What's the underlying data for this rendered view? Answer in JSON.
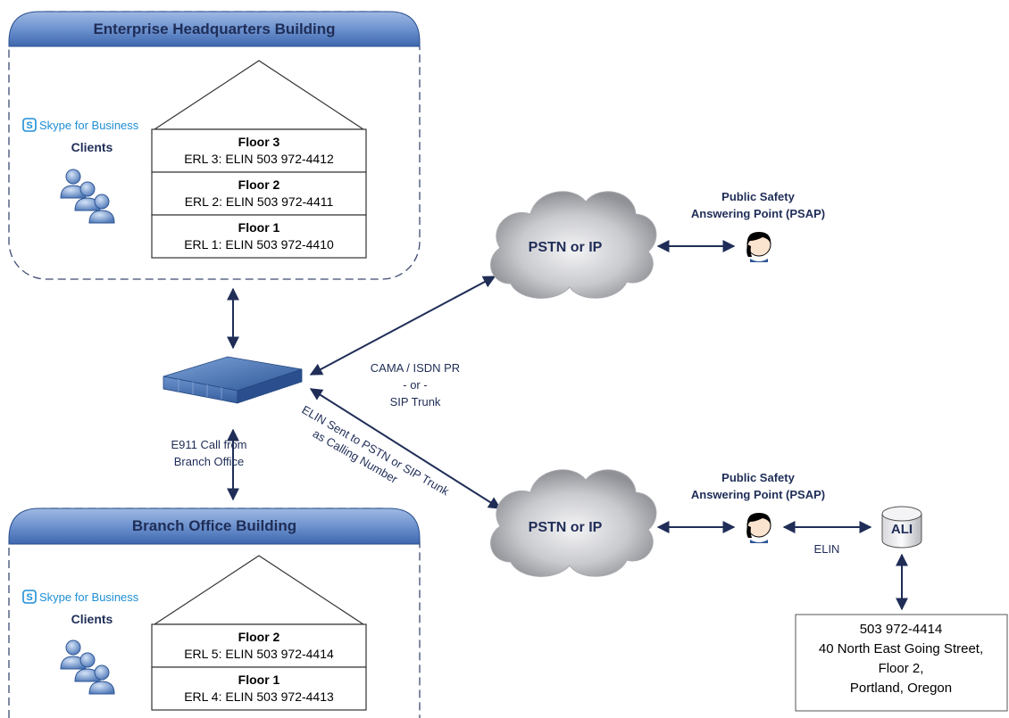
{
  "hq": {
    "title": "Enterprise Headquarters Building",
    "skype": "Skype for Business",
    "clients": "Clients",
    "floors": [
      {
        "name": "Floor 3",
        "erl": "ERL 3: ELIN 503 972-4412"
      },
      {
        "name": "Floor 2",
        "erl": "ERL 2: ELIN 503 972-4411"
      },
      {
        "name": "Floor 1",
        "erl": "ERL 1: ELIN 503 972-4410"
      }
    ]
  },
  "branch": {
    "title": "Branch Office Building",
    "skype": "Skype for Business",
    "clients": "Clients",
    "floors": [
      {
        "name": "Floor 2",
        "erl": "ERL 5: ELIN 503 972-4414"
      },
      {
        "name": "Floor 1",
        "erl": "ERL 4: ELIN 503 972-4413"
      }
    ]
  },
  "gateway": {
    "e911_line1": "E911 Call from",
    "e911_line2": "Branch Office",
    "trunk_line1": "CAMA / ISDN PR",
    "trunk_line2": "- or -",
    "trunk_line3": "SIP Trunk",
    "elin_line1": "ELIN Sent to PSTN or SIP Trunk",
    "elin_line2": "as Calling Number"
  },
  "cloud_top": {
    "label": "PSTN or IP"
  },
  "cloud_bottom": {
    "label": "PSTN or IP"
  },
  "psap_top": {
    "line1": "Public Safety",
    "line2": "Answering Point (PSAP)"
  },
  "psap_bottom": {
    "line1": "Public Safety",
    "line2": "Answering Point (PSAP)"
  },
  "ali": {
    "label": "ALI",
    "elin": "ELIN"
  },
  "address": {
    "line1": "503 972-4414",
    "line2": "40 North East Going Street,",
    "line3": "Floor 2,",
    "line4": "Portland, Oregon"
  },
  "colors": {
    "header_blue": "#5b83c8",
    "header_blue_dark": "#2a4f8f",
    "arrow": "#1f2d57",
    "text_dark": "#1f2d57",
    "skype": "#1e8fd6"
  }
}
